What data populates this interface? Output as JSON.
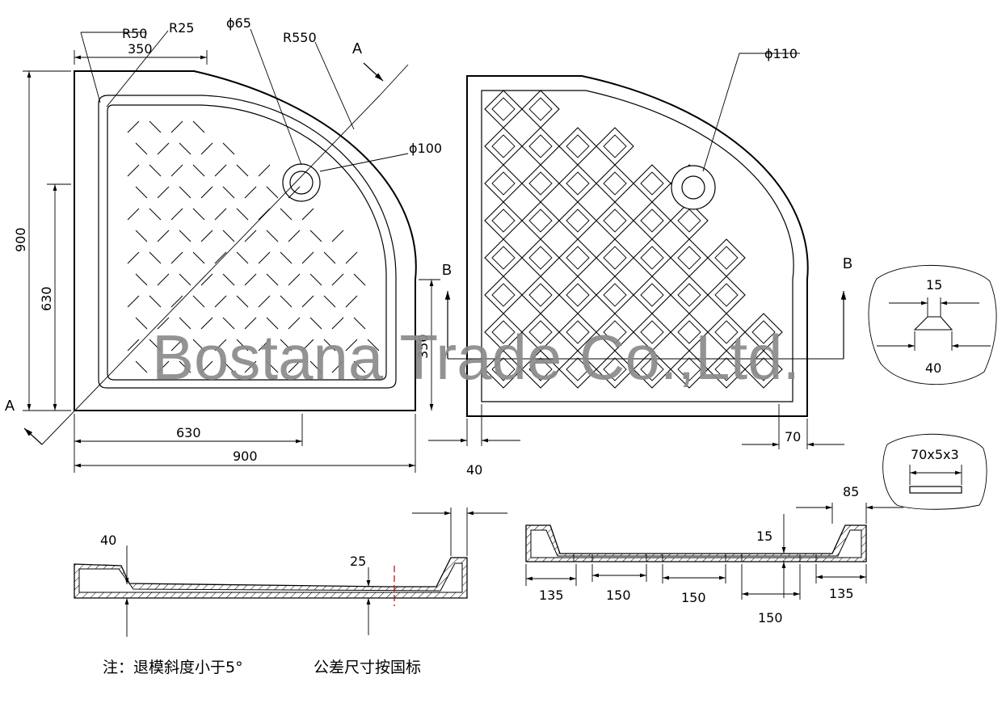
{
  "plan_a": {
    "labels": {
      "r50": "R50",
      "r25": "R25",
      "phi65": "ϕ65",
      "r550": "R550",
      "phi100": "ϕ100",
      "section_top": "A",
      "section_bottom": "A"
    },
    "dims": {
      "top": "350",
      "left_outer": "900",
      "left_inner": "630",
      "right": "350",
      "bottom_inner": "630",
      "bottom_outer": "900"
    }
  },
  "plan_b": {
    "labels": {
      "phi110": "ϕ110",
      "section_left": "B",
      "section_right": "B"
    },
    "dims": {
      "bottom_left": "40",
      "bottom_right": "70"
    }
  },
  "details": {
    "rib": {
      "top": "15",
      "bottom": "40"
    },
    "bar": {
      "label": "70x5x3"
    }
  },
  "section_a": {
    "dims": {
      "left_height": "40",
      "mid_height": "25"
    }
  },
  "section_b": {
    "dims": {
      "top": "85",
      "height": "15",
      "d1": "135",
      "d2": "150",
      "d3": "150",
      "d4": "150",
      "d5": "135"
    }
  },
  "watermark": "Bostana Trade Co.,Ltd.",
  "note": {
    "left": "注：退模斜度小于5°",
    "right": "公差尺寸按国标"
  }
}
